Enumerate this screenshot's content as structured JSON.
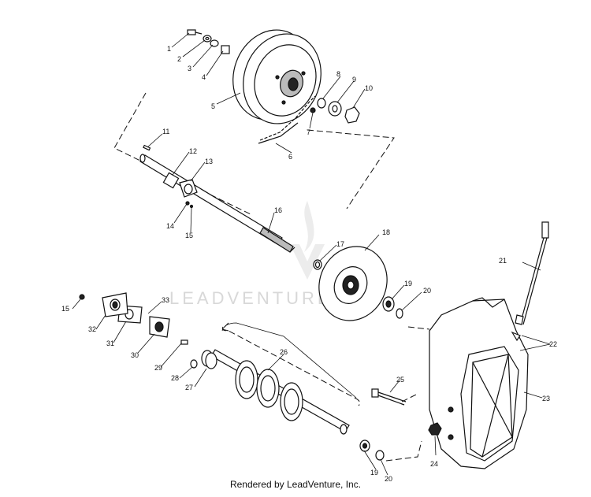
{
  "watermark": {
    "text": "LEADVENTURE"
  },
  "footer": {
    "text": "Rendered by LeadVenture, Inc."
  },
  "callouts": [
    "1",
    "2",
    "3",
    "4",
    "5",
    "6",
    "7",
    "8",
    "9",
    "10",
    "11",
    "12",
    "13",
    "14",
    "15",
    "16",
    "17",
    "18",
    "19",
    "20",
    "21",
    "22",
    "23",
    "24",
    "25",
    "26",
    "27",
    "28",
    "29",
    "30",
    "31",
    "32",
    "33",
    "15",
    "19",
    "20"
  ]
}
